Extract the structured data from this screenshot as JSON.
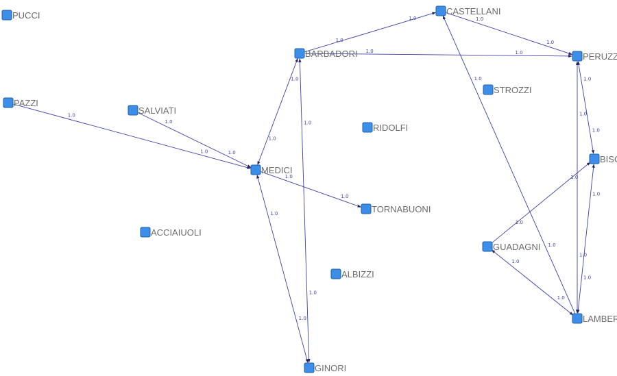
{
  "graph": {
    "nodes": [
      {
        "id": "PUCCI",
        "label": "PUCCI"
      },
      {
        "id": "PAZZI",
        "label": "PAZZI"
      },
      {
        "id": "SALVIATI",
        "label": "SALVIATI"
      },
      {
        "id": "MEDICI",
        "label": "MEDICI"
      },
      {
        "id": "ACCIAIUOLI",
        "label": "ACCIAIUOLI"
      },
      {
        "id": "BARBADORI",
        "label": "BARBADORI"
      },
      {
        "id": "CASTELLANI",
        "label": "CASTELLANI"
      },
      {
        "id": "PERUZZI",
        "label": "PERUZZ"
      },
      {
        "id": "STROZZI",
        "label": "STROZZI"
      },
      {
        "id": "RIDOLFI",
        "label": "RIDOLFI"
      },
      {
        "id": "TORNABUONI",
        "label": "TORNABUONI"
      },
      {
        "id": "ALBIZZI",
        "label": "ALBIZZI"
      },
      {
        "id": "GINORI",
        "label": "GINORI"
      },
      {
        "id": "BISCHERI",
        "label": "BISC"
      },
      {
        "id": "GUADAGNI",
        "label": "GUADAGNI"
      },
      {
        "id": "LAMBERTESCHI",
        "label": "LAMBER"
      }
    ],
    "edges": [
      {
        "from": "PAZZI",
        "to": "MEDICI",
        "weight": "1.0",
        "labels": 2
      },
      {
        "from": "SALVIATI",
        "to": "MEDICI",
        "weight": "1.0",
        "labels": 2
      },
      {
        "from": "MEDICI",
        "to": "TORNABUONI",
        "weight": "1.0",
        "labels": 2
      },
      {
        "from": "MEDICI",
        "to": "BARBADORI",
        "weight": "1.0",
        "labels": 2,
        "both": true
      },
      {
        "from": "MEDICI",
        "to": "GINORI",
        "weight": "1.0",
        "labels": 2,
        "both": true
      },
      {
        "from": "BARBADORI",
        "to": "GINORI",
        "weight": "1.0",
        "labels": 2,
        "both": true
      },
      {
        "from": "BARBADORI",
        "to": "CASTELLANI",
        "weight": "1.0",
        "labels": 2
      },
      {
        "from": "BARBADORI",
        "to": "PERUZZI",
        "weight": "1.0",
        "labels": 2
      },
      {
        "from": "CASTELLANI",
        "to": "PERUZZI",
        "weight": "1.0",
        "labels": 2
      },
      {
        "from": "LAMBERTESCHI",
        "to": "CASTELLANI",
        "weight": "1.0",
        "labels": 2
      },
      {
        "from": "PERUZZI",
        "to": "BISCHERI",
        "weight": "1.0",
        "labels": 2,
        "both": true
      },
      {
        "from": "PERUZZI",
        "to": "LAMBERTESCHI",
        "weight": "1.0",
        "labels": 2,
        "both": true
      },
      {
        "from": "GUADAGNI",
        "to": "BISCHERI",
        "weight": "1.0",
        "labels": 2
      },
      {
        "from": "BISCHERI",
        "to": "LAMBERTESCHI",
        "weight": "1.0",
        "labels": 2,
        "both": true
      },
      {
        "from": "GUADAGNI",
        "to": "LAMBERTESCHI",
        "weight": "1.0",
        "labels": 2,
        "both": true
      }
    ]
  },
  "colors": {
    "node_fill": "#3d8ee8",
    "edge": "#3b3fa8",
    "label": "#6b6b6b"
  }
}
